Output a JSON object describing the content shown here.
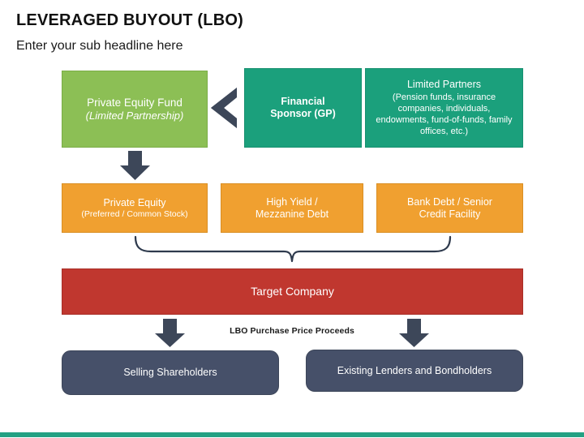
{
  "slide": {
    "title": "LEVERAGED BUYOUT (LBO)",
    "subtitle": "Enter your sub headline here"
  },
  "boxes": {
    "pe_fund": {
      "line1": "Private Equity Fund",
      "line2": "(Limited Partnership)",
      "color": "#8cbf55"
    },
    "financial_sponsor": {
      "line1": "Financial",
      "line2": "Sponsor (GP)",
      "color": "#1ba07c"
    },
    "limited_partners": {
      "line1": "Limited Partners",
      "line2": "(Pension funds, insurance companies, individuals, endowments, fund-of-funds, family offices, etc.)",
      "color": "#1ba07c"
    },
    "private_equity": {
      "line1": "Private Equity",
      "line2": "(Preferred / Common Stock)",
      "color": "#f0a030"
    },
    "high_yield": {
      "line1": "High Yield /",
      "line2": "Mezzanine Debt",
      "color": "#f0a030"
    },
    "bank_debt": {
      "line1": "Bank Debt / Senior",
      "line2": "Credit Facility",
      "color": "#f0a030"
    },
    "target_company": {
      "line1": "Target Company",
      "color": "#c0372f"
    },
    "selling_shareholders": {
      "line1": "Selling Shareholders",
      "color": "#465069"
    },
    "existing_lenders": {
      "line1": "Existing Lenders and Bondholders",
      "color": "#465069"
    }
  },
  "connectors": {
    "proceeds_label": "LBO Purchase Price Proceeds",
    "arrow_color": "#3d4759",
    "brace_color": "#2e3a4d",
    "icons": {
      "chevron_left": "chevron-left-icon",
      "arrow_down": "arrow-down-icon",
      "brace": "curly-brace-icon"
    }
  },
  "footer": {
    "color": "#23a183"
  }
}
